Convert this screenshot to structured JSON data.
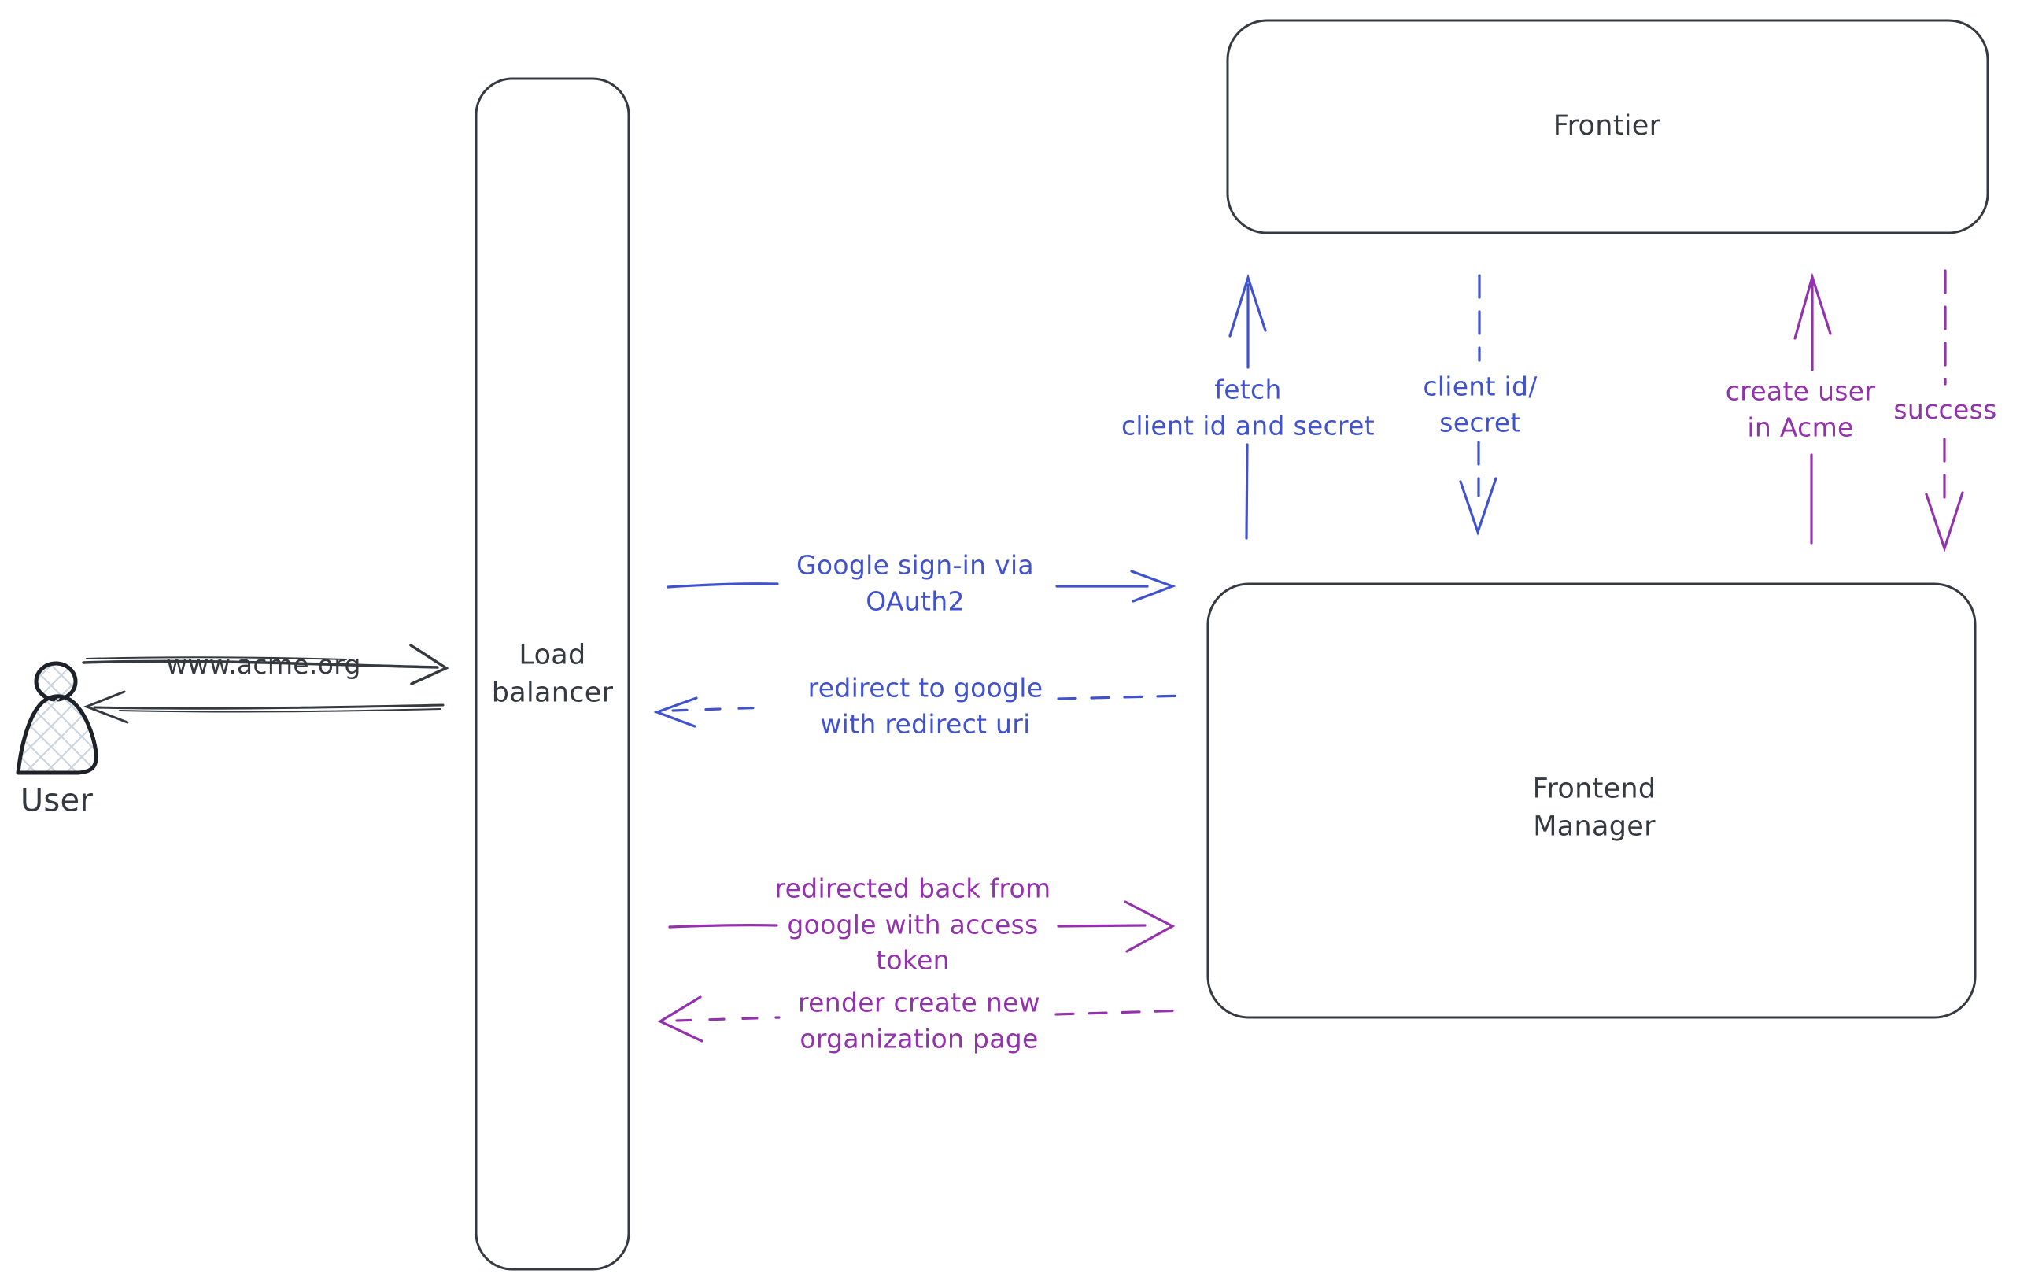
{
  "colors": {
    "stroke_dark": "#343a40",
    "blue": "#4053cc",
    "purple": "#9333ab",
    "hatch_fill": "#ccd5de",
    "background": "#ffffff"
  },
  "nodes": {
    "user": {
      "label": "User",
      "icon": "person-icon"
    },
    "load_balancer": {
      "label_line1": "Load",
      "label_line2": "balancer"
    },
    "frontier": {
      "label": "Frontier"
    },
    "frontend_manager": {
      "label_line1": "Frontend",
      "label_line2": "Manager"
    }
  },
  "edges": {
    "acme_request": {
      "label": "www.acme.org",
      "from": "user",
      "to": "load_balancer",
      "style": "solid",
      "direction": "right",
      "color": "#343a40"
    },
    "acme_response": {
      "from": "load_balancer",
      "to": "user",
      "style": "solid",
      "direction": "left",
      "color": "#343a40"
    },
    "google_signin": {
      "line1": "Google sign-in via",
      "line2": "OAuth2",
      "from": "load_balancer",
      "to": "frontend_manager",
      "style": "solid",
      "direction": "right",
      "color": "#4053cc"
    },
    "redirect_to_google": {
      "line1": "redirect to google",
      "line2": "with redirect uri",
      "from": "frontend_manager",
      "to": "load_balancer",
      "style": "dashed",
      "direction": "left",
      "color": "#4053cc"
    },
    "fetch_client_creds": {
      "line1": "fetch",
      "line2": "client id and secret",
      "from": "frontend_manager",
      "to": "frontier",
      "style": "solid",
      "direction": "up",
      "color": "#4053cc"
    },
    "client_id_secret": {
      "line1": "client id/",
      "line2": "secret",
      "from": "frontier",
      "to": "frontend_manager",
      "style": "dashed",
      "direction": "down",
      "color": "#4053cc"
    },
    "redirected_back": {
      "line1": "redirected back from",
      "line2": "google with access",
      "line3": "token",
      "from": "load_balancer",
      "to": "frontend_manager",
      "style": "solid",
      "direction": "right",
      "color": "#9333ab"
    },
    "render_org_page": {
      "line1": "render create new",
      "line2": "organization page",
      "from": "frontend_manager",
      "to": "load_balancer",
      "style": "dashed",
      "direction": "left",
      "color": "#9333ab"
    },
    "create_user": {
      "line1": "create user",
      "line2": "in Acme",
      "from": "frontend_manager",
      "to": "frontier",
      "style": "solid",
      "direction": "up",
      "color": "#9333ab"
    },
    "success": {
      "label": "success",
      "from": "frontier",
      "to": "frontend_manager",
      "style": "dashed",
      "direction": "down",
      "color": "#9333ab"
    }
  }
}
